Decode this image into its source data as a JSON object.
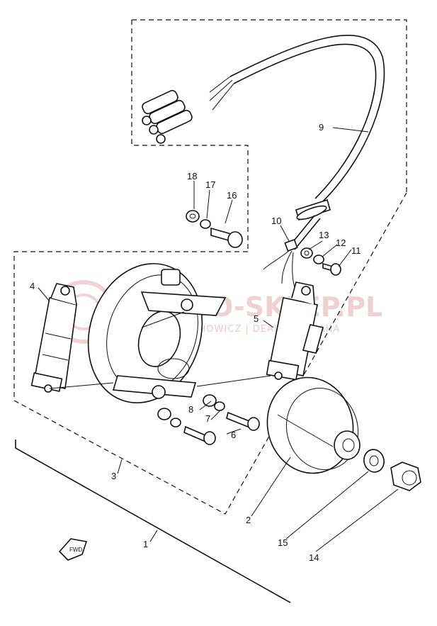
{
  "watermark": {
    "main": "AUTO-SKLEP.PL",
    "sub": "SOCHOWICZ | DEALER YAMAHA"
  },
  "fwd_label": "FWD",
  "callouts": [
    {
      "id": "p1",
      "label": "1"
    },
    {
      "id": "p2",
      "label": "2"
    },
    {
      "id": "p3",
      "label": "3"
    },
    {
      "id": "p4",
      "label": "4"
    },
    {
      "id": "p5",
      "label": "5"
    },
    {
      "id": "p6",
      "label": "6"
    },
    {
      "id": "p7",
      "label": "7"
    },
    {
      "id": "p8",
      "label": "8"
    },
    {
      "id": "p9",
      "label": "9"
    },
    {
      "id": "p10",
      "label": "10"
    },
    {
      "id": "p11",
      "label": "11"
    },
    {
      "id": "p12",
      "label": "12"
    },
    {
      "id": "p13",
      "label": "13"
    },
    {
      "id": "p14",
      "label": "14"
    },
    {
      "id": "p15",
      "label": "15"
    },
    {
      "id": "p16",
      "label": "16"
    },
    {
      "id": "p17",
      "label": "17"
    },
    {
      "id": "p18",
      "label": "18"
    }
  ]
}
